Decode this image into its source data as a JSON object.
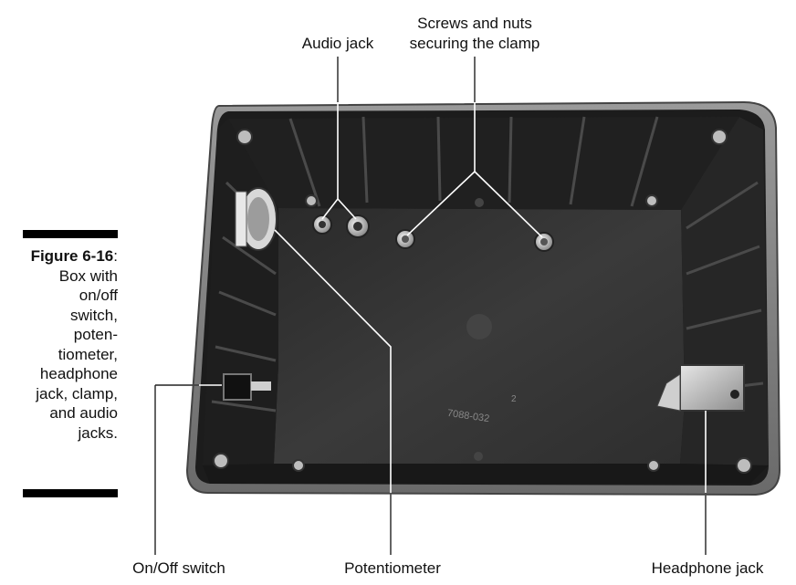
{
  "caption": {
    "figure_label": "Figure 6-16",
    "lines": [
      "Box with",
      "on/off",
      "switch,",
      "poten-",
      "tiometer,",
      "headphone",
      "jack, clamp,",
      "and audio",
      "jacks."
    ]
  },
  "callouts": {
    "audio_jack": "Audio jack",
    "screws_line1": "Screws and nuts",
    "screws_line2": "securing the clamp",
    "on_off_switch": "On/Off switch",
    "potentiometer": "Potentiometer",
    "headphone_jack": "Headphone jack"
  },
  "embossed_text": {
    "line1": "2",
    "line2": "7088-032"
  }
}
